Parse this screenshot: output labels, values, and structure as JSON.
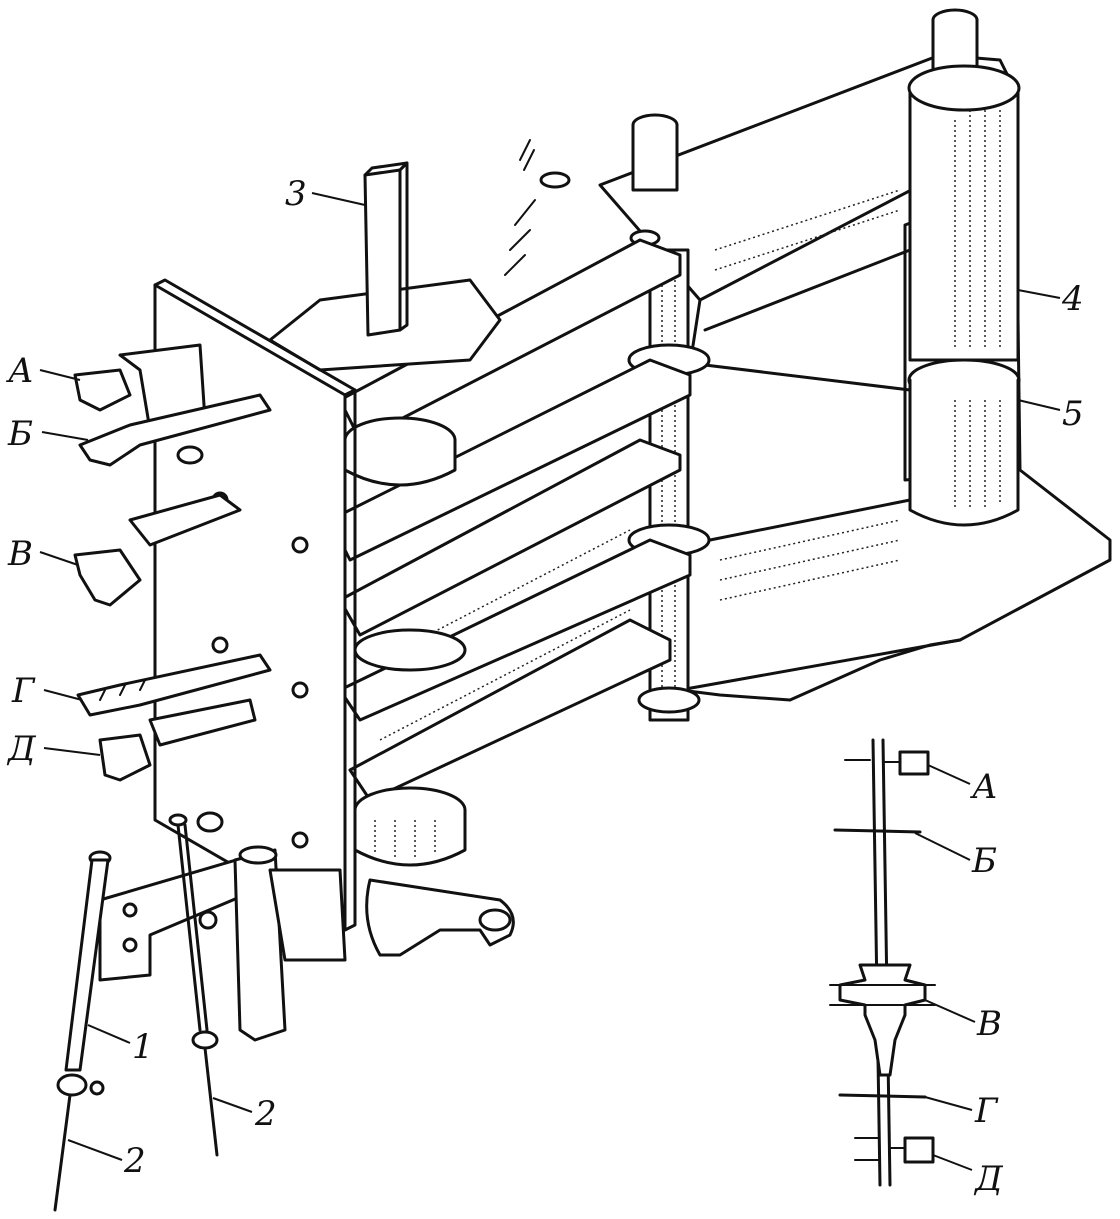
{
  "labels": {
    "a": "А",
    "b": "Б",
    "v": "В",
    "g": "Г",
    "d": "Д",
    "n1": "1",
    "n2_left": "2",
    "n2_right": "2",
    "n3": "3",
    "n4": "4",
    "n5": "5"
  },
  "inset_labels": {
    "a": "А",
    "b": "Б",
    "v": "В",
    "g": "Г",
    "d": "Д"
  },
  "colors": {
    "ink": "#111111",
    "paper": "#ffffff"
  }
}
